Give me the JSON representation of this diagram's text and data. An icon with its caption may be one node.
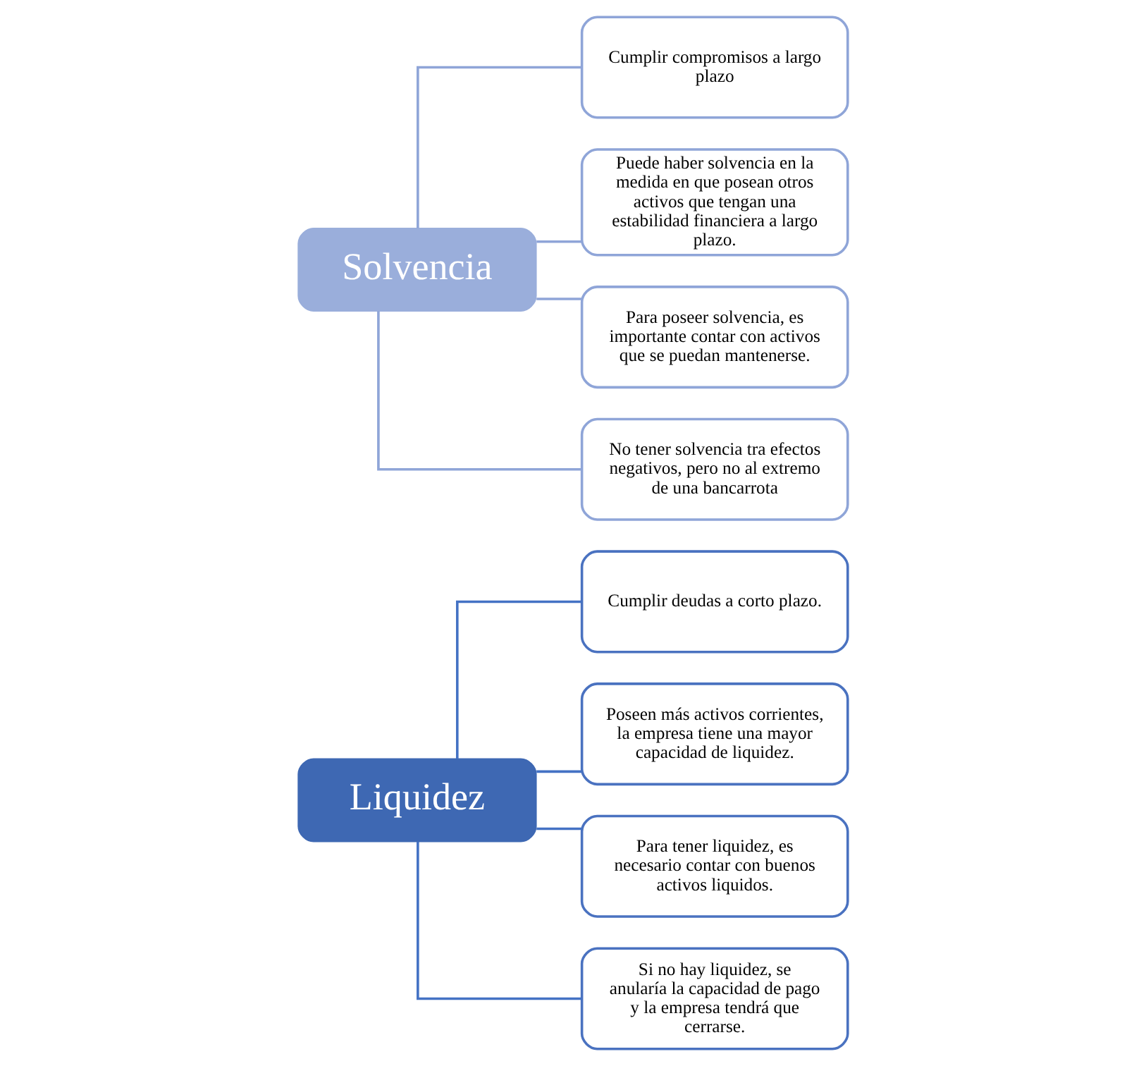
{
  "diagram": {
    "nodes": [
      {
        "text": [
          "Liquidez"
        ]
      },
      {
        "text": [
          "Cumplir deudas a corto plazo."
        ]
      },
      {
        "text": [
          "Poseen más activos corrientes, la empresa tiene una mayor capacidad de liquidez."
        ]
      },
      {
        "text": [
          "Para tener liquidez, es necesario contar con buenos activos liquidos."
        ]
      },
      {
        "text": [
          "Si no hay liquidez, se anularía la capacidad de pago y la empresa tendrá que cerrarse."
        ]
      },
      {
        "text": [
          "Solvencia"
        ]
      },
      {
        "text": [
          "Cumplir compromisos a largo plazo"
        ]
      },
      {
        "text": [
          "Puede haber solvencia en la medida en que posean otros activos que tengan una estabilidad financiera a largo plazo."
        ]
      },
      {
        "text": [
          "Para poseer solvencia, es importante contar con activos que se puedan mantenerse."
        ]
      },
      {
        "text": [
          "No tener solvencia tra efectos negativos, pero no al extremo de una bancarrota"
        ]
      }
    ],
    "edges": [
      {
        "from": 0,
        "to": 1,
        "arrow": "none"
      },
      {
        "from": 0,
        "to": 2,
        "arrow": "none"
      },
      {
        "from": 0,
        "to": 3,
        "arrow": "none"
      },
      {
        "from": 0,
        "to": 4,
        "arrow": "none"
      },
      {
        "from": 5,
        "to": 6,
        "arrow": "none",
        "color": "#8fa5d8"
      },
      {
        "from": 5,
        "to": 7,
        "arrow": "none",
        "color": "#8fa5d8"
      },
      {
        "from": 5,
        "to": 8,
        "arrow": "none",
        "color": "#8fa5d8"
      },
      {
        "from": 5,
        "to": 9,
        "arrow": "none",
        "color": "#8fa5d8"
      }
    ]
  }
}
